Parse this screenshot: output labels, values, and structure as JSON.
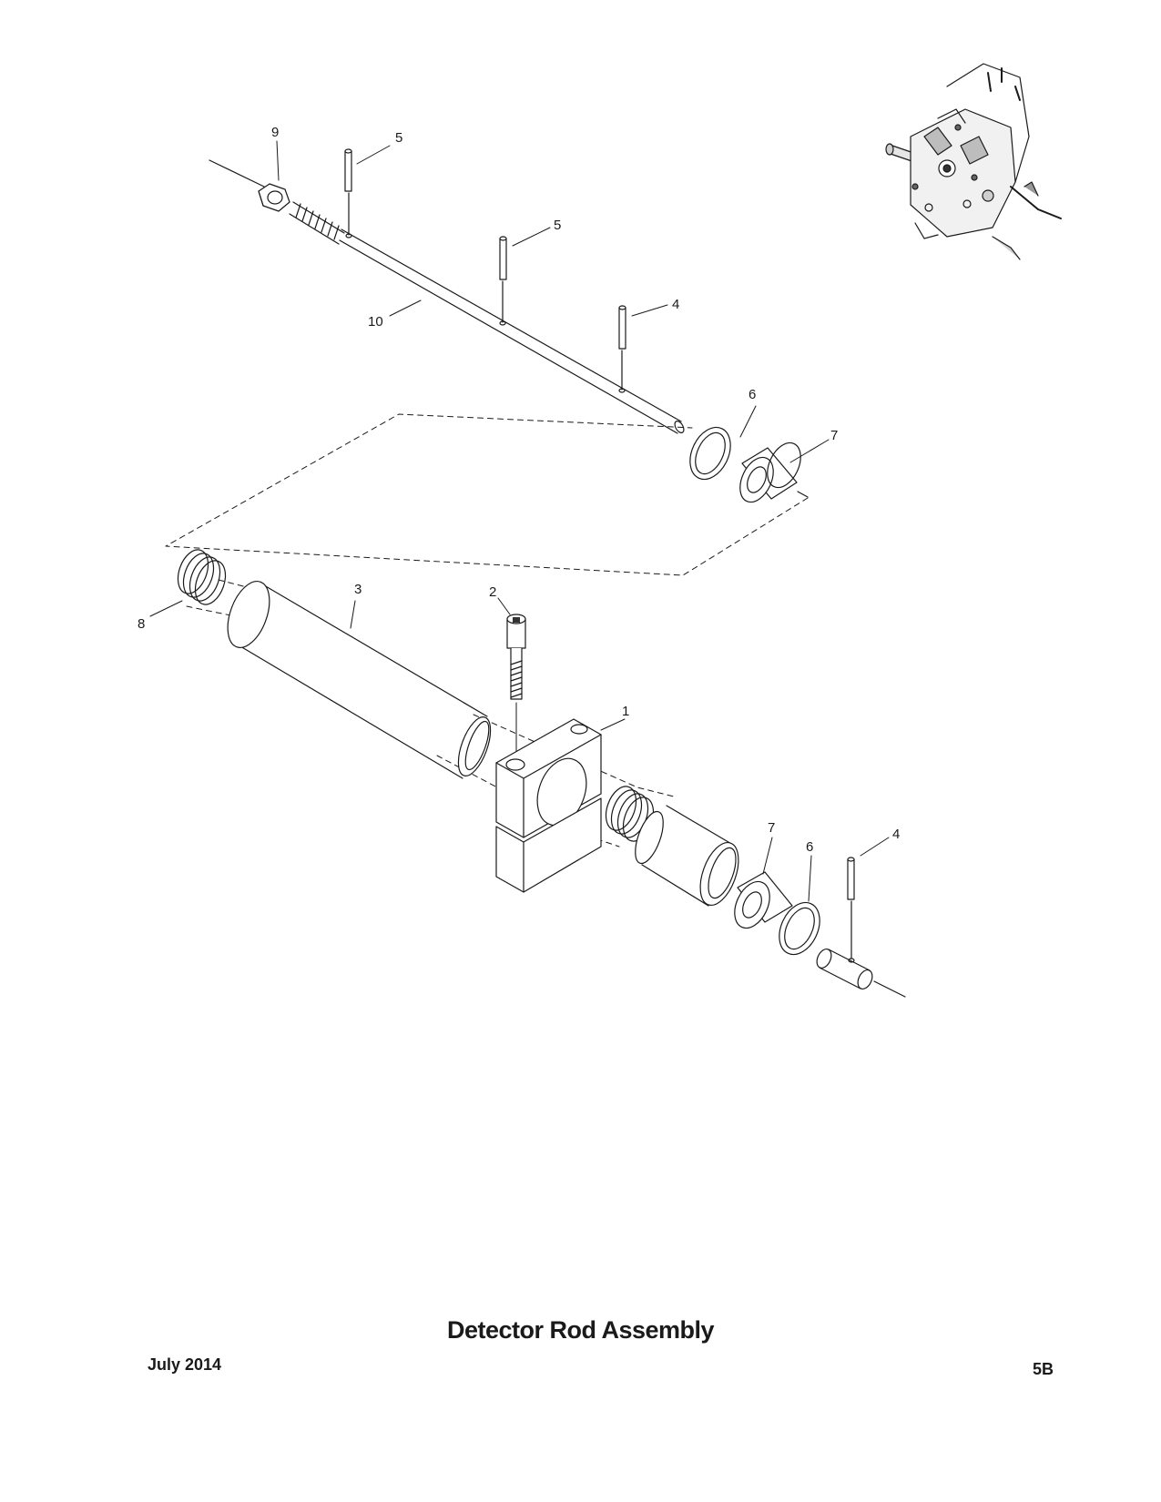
{
  "title": "Detector Rod Assembly",
  "date": "July 2014",
  "page_number": "5B",
  "callouts": {
    "rod": "10",
    "nut": "9",
    "pin_a": "5",
    "pin_b": "5",
    "pin_c": "4",
    "washer_top": "6",
    "bushing_top": "7",
    "block": "1",
    "screw": "2",
    "tube": "3",
    "spring_left": "8",
    "bushing_bottom": "7",
    "washer_bottom": "6",
    "pin_bottom": "4"
  }
}
